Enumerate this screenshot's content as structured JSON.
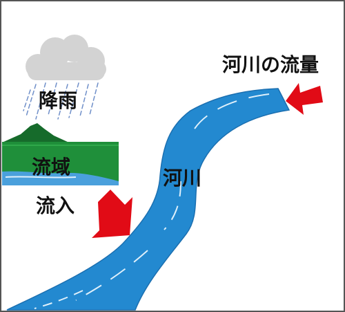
{
  "labels": {
    "rainfall": "降雨",
    "basin": "流域",
    "inflow": "流入",
    "river": "河川",
    "river_flow": "河川の流量"
  },
  "colors": {
    "river": "#2389d0",
    "river_highlight": "#dff0fb",
    "basin_green": "#1f8f3a",
    "mountain_dark": "#166b2b",
    "arrow_red": "#e10b16",
    "cloud": "#d3d3d3",
    "rain": "#6f8fc9",
    "frame": "#555555"
  },
  "icons": {
    "cloud": "cloud-icon",
    "rain": "rain-icon",
    "arrow": "arrow-icon"
  }
}
